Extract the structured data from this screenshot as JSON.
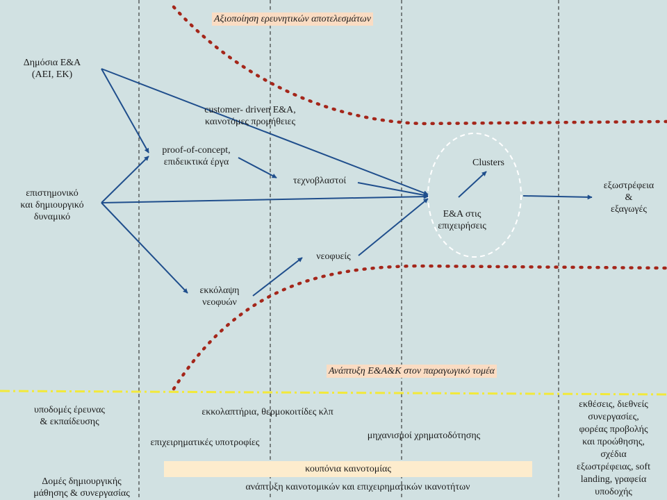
{
  "colors": {
    "background": "#d1e1e2",
    "arrow": "#1f4e8c",
    "dotted_boundary": "#a4261a",
    "yellow_line": "#f2e93a",
    "band": "#fadcc3",
    "voucher_band": "#fdeccd"
  },
  "banners": {
    "top": "Αξιοποίηση ερευνητικών αποτελεσμάτων",
    "bottom": "Ανάπτυξη Ε&Α&Κ στον παραγωγικό τομέα"
  },
  "nodes": {
    "public_rd": [
      "Δημόσια Ε&Α",
      "(ΑΕΙ, ΕΚ)"
    ],
    "sci_potential": [
      "επιστημονικό",
      "και δημιουργικό",
      "δυναμικό"
    ],
    "customer_driven": [
      "customer- driven E&A,",
      "καινοτόμες προμήθειες"
    ],
    "proof_of_concept": [
      "proof-of-concept,",
      "επιδεικτικά έργα"
    ],
    "tech_spinoffs": [
      "τεχνοβλαστοί"
    ],
    "incubation": [
      "εκκόλαψη",
      "νεοφυών"
    ],
    "startups": [
      "νεοφυείς"
    ],
    "clusters": [
      "Clusters"
    ],
    "business_rd": [
      "Ε&Α στις",
      "επιχειρήσεις"
    ],
    "extroversion": [
      "εξωστρέφεια",
      "&",
      "εξαγωγές"
    ]
  },
  "bottom_labels": {
    "infrastructure": [
      "υποδομές έρευνας",
      "& εκπαίδευσης"
    ],
    "creative_structures": [
      "Δομές δημιουργικής",
      "μάθησης & συνεργασίας"
    ],
    "incubators": [
      "εκκολαπτήρια, θερμοκοιτίδες κλπ"
    ],
    "business_support": [
      "επιχειρηματικές υποτροφίες"
    ],
    "financing": [
      "μηχανισμοί χρηματοδότησης"
    ],
    "vouchers": "κουπόνια καινοτομίας",
    "skills": [
      "ανάπτυξη καινοτομικών και επιχειρηματικών ικανοτήτων"
    ],
    "exhibitions": [
      "εκθέσεις, διεθνείς",
      "συνεργασίες,",
      "φορέας προβολής",
      "και προώθησης,",
      "σχέδια",
      "εξωστρέφειας, soft",
      "landing, γραφεία",
      "υποδοχής"
    ]
  }
}
